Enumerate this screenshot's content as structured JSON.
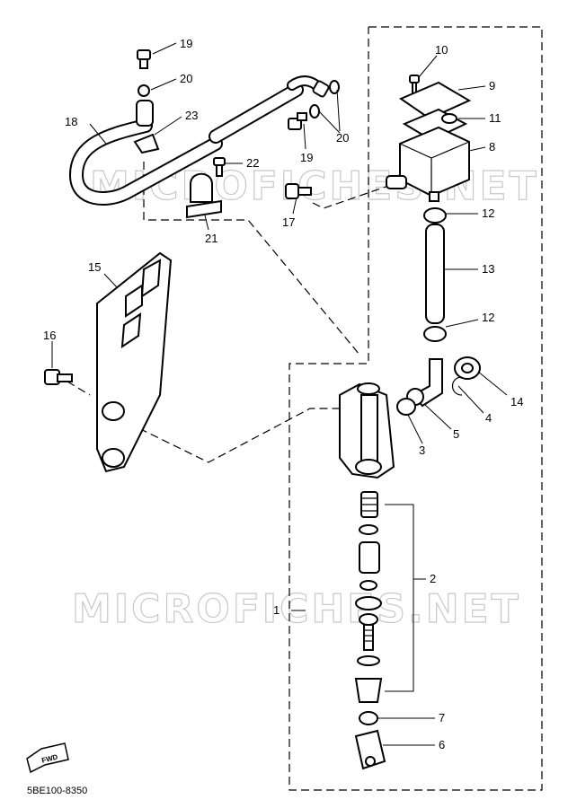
{
  "watermark_text": "MICROFICHES.NET",
  "diagram_code": "5BE100-8350",
  "fwd_label": "FWD",
  "callouts": [
    "1",
    "2",
    "3",
    "4",
    "5",
    "6",
    "7",
    "8",
    "9",
    "10",
    "11",
    "12",
    "12",
    "13",
    "14",
    "15",
    "16",
    "17",
    "18",
    "19",
    "19",
    "20",
    "20",
    "21",
    "22",
    "23"
  ]
}
